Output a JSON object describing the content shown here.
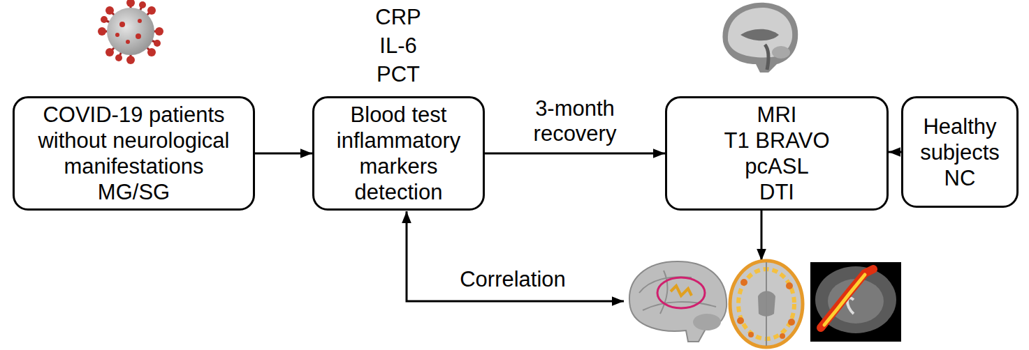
{
  "diagram": {
    "nodes": [
      {
        "text": [
          "COVID-19 patients without neurological manifestations MG/SG"
        ]
      },
      {
        "text": [
          "Blood test inflammatory markers detection"
        ]
      },
      {
        "text": [
          "MRI",
          "T1 BRAVO",
          "pcASL",
          "DTI"
        ]
      },
      {
        "text": [
          "Healthy subjects NC"
        ]
      }
    ],
    "edges": [
      {
        "from": 0,
        "to": 1,
        "arrow": "to"
      },
      {
        "from": 1,
        "to": 2,
        "label": "3-month recovery",
        "arrow": "to"
      },
      {
        "from": 3,
        "to": 2,
        "arrow": "to"
      }
    ],
    "labels": [
      "CRP",
      "IL-6",
      "PCT",
      "Correlation"
    ]
  }
}
